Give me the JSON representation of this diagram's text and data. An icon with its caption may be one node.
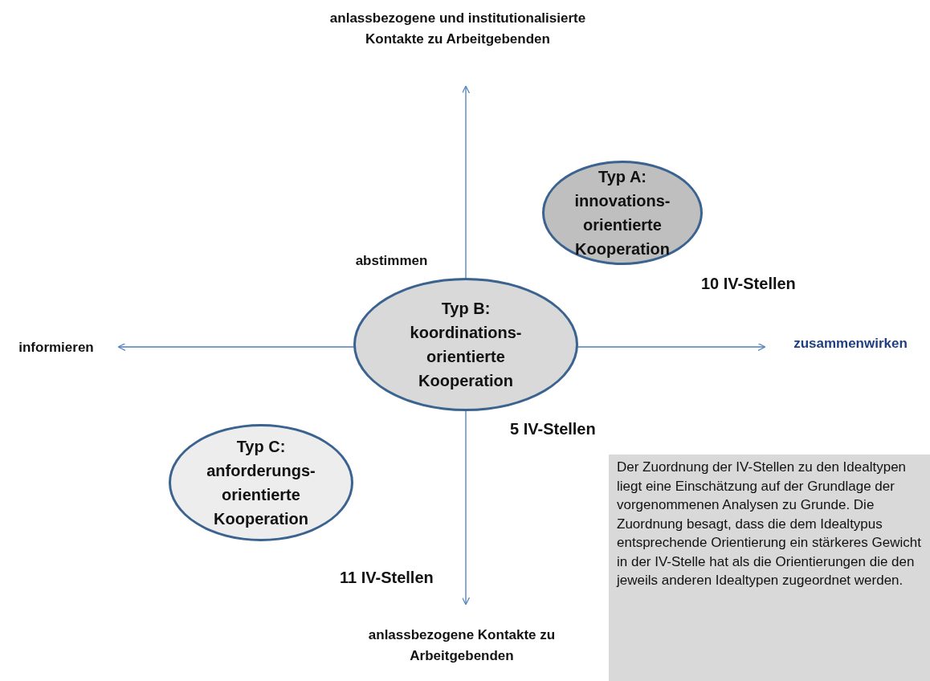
{
  "diagram": {
    "nodes": [
      {
        "text": [
          "Typ A:",
          "innovations-orientierte Kooperation"
        ],
        "beside": [
          "10 IV-Stellen"
        ]
      },
      {
        "text": [
          "Typ B:",
          "koordinations-orientierte Kooperation"
        ],
        "beside": [
          "5 IV-Stellen"
        ]
      },
      {
        "text": [
          "Typ C:",
          "anforderungs-orientierte Kooperation"
        ],
        "beside": [
          "11 IV-Stellen"
        ]
      },
      {
        "text": [
          "Der Zuordnung der IV-Stellen zu den Idealtypen liegt eine Einschätzung auf der Grundlage der vorgenommenen Analysen zu Grunde. Die Zuordnung besagt, dass die dem Idealtypus entsprechende Orientierung ein stärkeres Gewicht in der IV-Stelle hat als die Orientierungen die den jeweils anderen Idealtypen zugeordnet werden."
        ]
      }
    ],
    "edges": [],
    "labels": [
      "anlassbezogene und institutionalisierte Kontakte zu Arbeitgebenden",
      "abstimmen",
      "informieren",
      "zusammenwirken",
      "anlassbezogene Kontakte zu Arbeitgebenden"
    ]
  }
}
